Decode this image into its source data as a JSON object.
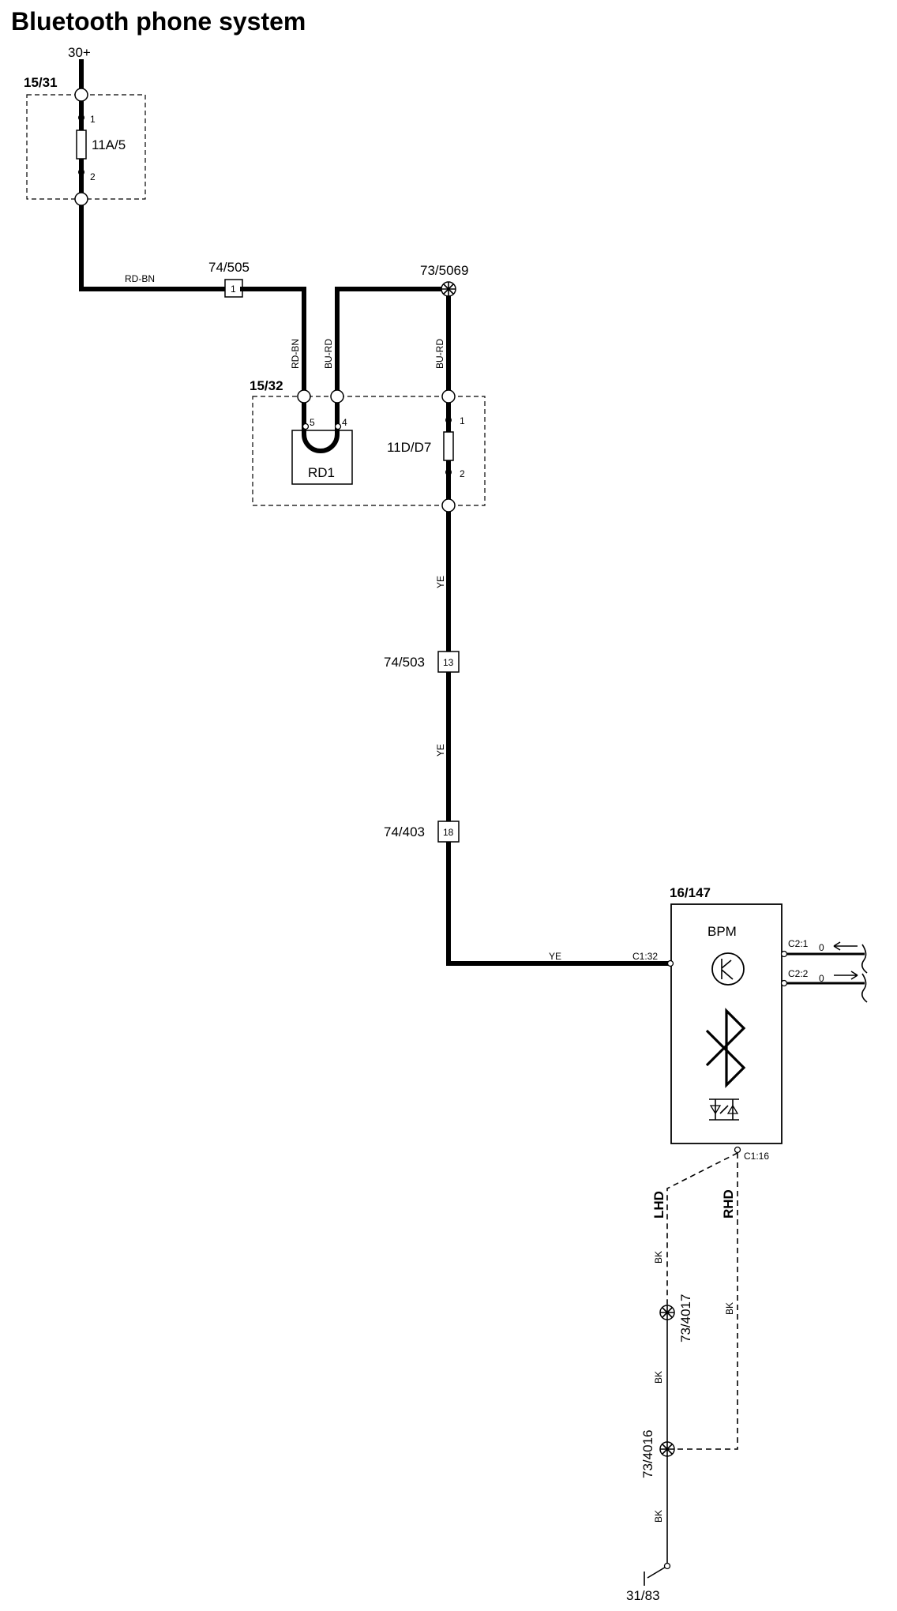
{
  "title": "Bluetooth phone system",
  "supply": "30+",
  "fusebox1": {
    "label": "15/31",
    "fuse": "11A/5",
    "pin_top": "1",
    "pin_bottom": "2"
  },
  "wires": {
    "rd_bn_h": "RD-BN",
    "rd_bn_v": "RD-BN",
    "bu_rd_1": "BU-RD",
    "bu_rd_2": "BU-RD",
    "ye_1": "YE",
    "ye_2": "YE",
    "ye_3": "YE",
    "bk_1": "BK",
    "bk_2": "BK",
    "bk_3": "BK",
    "bk_rhd": "BK"
  },
  "connectors": {
    "c74_505": {
      "label": "74/505",
      "pin": "1"
    },
    "c74_503": {
      "label": "74/503",
      "pin": "13"
    },
    "c74_403": {
      "label": "74/403",
      "pin": "18"
    }
  },
  "splices": {
    "s73_5069": "73/5069",
    "s73_4017": "73/4017",
    "s73_4016": "73/4016"
  },
  "fusebox2": {
    "label": "15/32",
    "relay": "RD1",
    "relay_pin_a": "5",
    "relay_pin_b": "4",
    "fuse": "11D/D7",
    "pin_top": "1",
    "pin_bottom": "2"
  },
  "module": {
    "label": "16/147",
    "name": "BPM",
    "pin_c1_32": "C1:32",
    "pin_c1_16": "C1:16",
    "pin_c2_1": "C2:1",
    "pin_c2_2": "C2:2",
    "pin_sub": "0"
  },
  "variants": {
    "lhd": "LHD",
    "rhd": "RHD"
  },
  "ground": "31/83"
}
